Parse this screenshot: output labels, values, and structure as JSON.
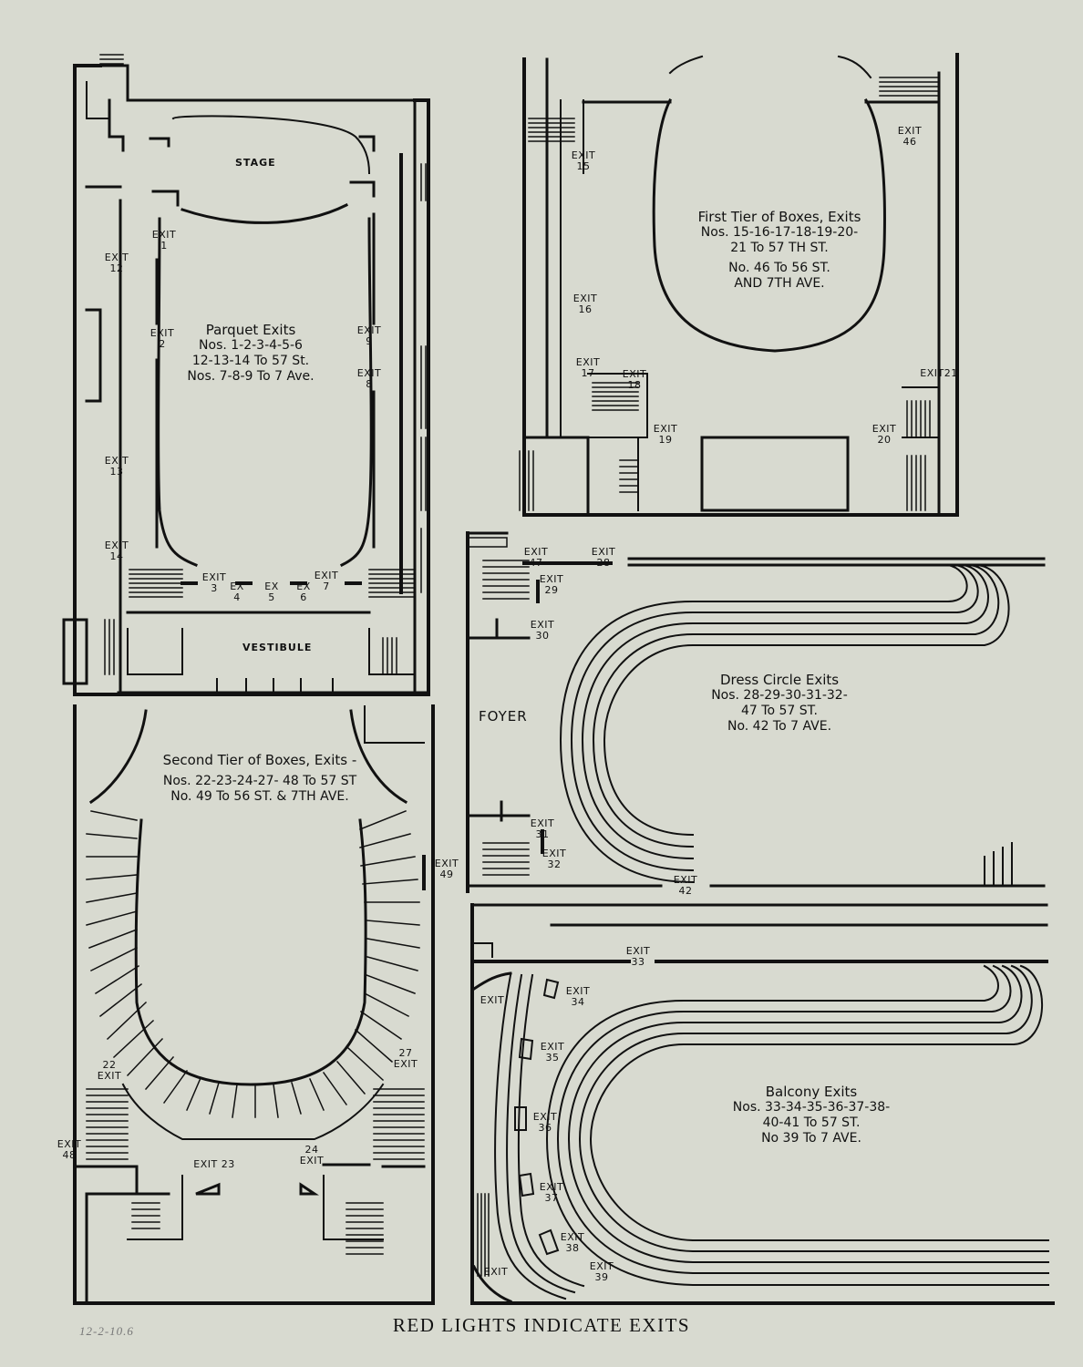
{
  "caption": "RED LIGHTS INDICATE EXITS",
  "pencil_note": "12-2-10.6",
  "plans": {
    "parquet": {
      "stage": "STAGE",
      "vestibule": "VESTIBULE",
      "title": "Parquet Exits",
      "lines": [
        "Nos. 1-2-3-4-5-6",
        "12-13-14 To 57 St.",
        "Nos. 7-8-9 To 7 Ave."
      ],
      "exits": [
        {
          "label": "EXIT",
          "num": "1"
        },
        {
          "label": "EXIT",
          "num": "2"
        },
        {
          "label": "EXIT",
          "num": "9"
        },
        {
          "label": "EXIT",
          "num": "8"
        },
        {
          "label": "EXIT",
          "num": "12"
        },
        {
          "label": "EXIT",
          "num": "13"
        },
        {
          "label": "EXIT",
          "num": "14"
        },
        {
          "label": "EXIT",
          "num": "3"
        },
        {
          "label": "EX",
          "num": "4"
        },
        {
          "label": "EX",
          "num": "5"
        },
        {
          "label": "EX",
          "num": "6"
        },
        {
          "label": "EXIT",
          "num": "7"
        }
      ]
    },
    "first_tier": {
      "title": "First Tier of Boxes, Exits",
      "lines": [
        "Nos. 15-16-17-18-19-20-",
        "21 To 57 TH ST.",
        "No. 46 To 56 ST.",
        "AND 7TH AVE."
      ],
      "exits": [
        {
          "label": "EXIT",
          "num": "15"
        },
        {
          "label": "EXIT",
          "num": "16"
        },
        {
          "label": "EXIT",
          "num": "17"
        },
        {
          "label": "EXIT",
          "num": "18"
        },
        {
          "label": "EXIT",
          "num": "19"
        },
        {
          "label": "EXIT",
          "num": "46"
        },
        {
          "label": "EXIT",
          "num": "21"
        },
        {
          "label": "EXIT",
          "num": "20"
        }
      ]
    },
    "dress_circle": {
      "foyer": "FOYER",
      "title": "Dress Circle Exits",
      "lines": [
        "Nos. 28-29-30-31-32-",
        "47 To 57 ST.",
        "No. 42 To 7 AVE."
      ],
      "exits": [
        {
          "label": "EXIT",
          "num": "47"
        },
        {
          "label": "EXIT",
          "num": "28"
        },
        {
          "label": "EXIT",
          "num": "29"
        },
        {
          "label": "EXIT",
          "num": "30"
        },
        {
          "label": "EXIT",
          "num": "31"
        },
        {
          "label": "EXIT",
          "num": "32"
        },
        {
          "label": "EXIT",
          "num": "42"
        }
      ]
    },
    "second_tier": {
      "title": "Second Tier of Boxes, Exits -",
      "lines": [
        "Nos. 22-23-24-27- 48 To 57 ST",
        "No. 49 To 56 ST. & 7TH AVE."
      ],
      "exits": [
        {
          "label": "EXIT",
          "num": "49"
        },
        {
          "label": "EXIT",
          "num": "22"
        },
        {
          "label": "EXIT",
          "num": "27"
        },
        {
          "label": "EXIT",
          "num": "48"
        },
        {
          "label": "EXIT",
          "num": "23"
        },
        {
          "label": "EXIT",
          "num": "24"
        }
      ]
    },
    "balcony": {
      "title": "Balcony Exits",
      "lines": [
        "Nos. 33-34-35-36-37-38-",
        "40-41 To 57 ST.",
        "No 39 To 7 AVE."
      ],
      "exits": [
        {
          "label": "EXIT",
          "num": "33"
        },
        {
          "label": "EXIT",
          "num": "34"
        },
        {
          "label": "EXIT",
          "num": "35"
        },
        {
          "label": "EXIT",
          "num": "36"
        },
        {
          "label": "EXIT",
          "num": "37"
        },
        {
          "label": "EXIT",
          "num": "38"
        },
        {
          "label": "EXIT",
          "num": "39"
        },
        {
          "label": "EXIT",
          "num": ""
        },
        {
          "label": "EXIT",
          "num": ""
        }
      ]
    }
  }
}
